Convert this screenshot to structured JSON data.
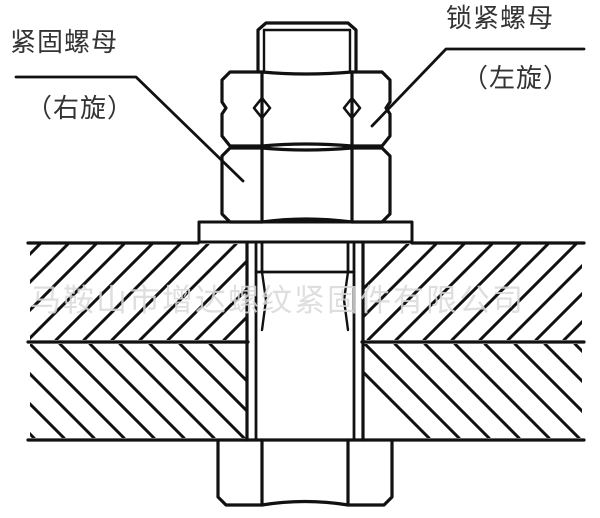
{
  "diagram": {
    "type": "bolt-double-nut-locking-assembly",
    "labels": {
      "tightening_nut": {
        "title": "紧固螺母",
        "direction": "（右旋）"
      },
      "lock_nut": {
        "title": "锁紧螺母",
        "direction": "（左旋）"
      }
    },
    "watermark": "马鞍山市增达螺纹紧固件有限公司",
    "colors": {
      "stroke": "#111111",
      "text": "#333333",
      "watermark": "#d9d9d9",
      "background": "#ffffff"
    },
    "components": [
      "bolt-thread-end",
      "lock-nut",
      "tightening-nut",
      "washer",
      "top-plate",
      "bottom-plate",
      "bolt-head"
    ]
  }
}
